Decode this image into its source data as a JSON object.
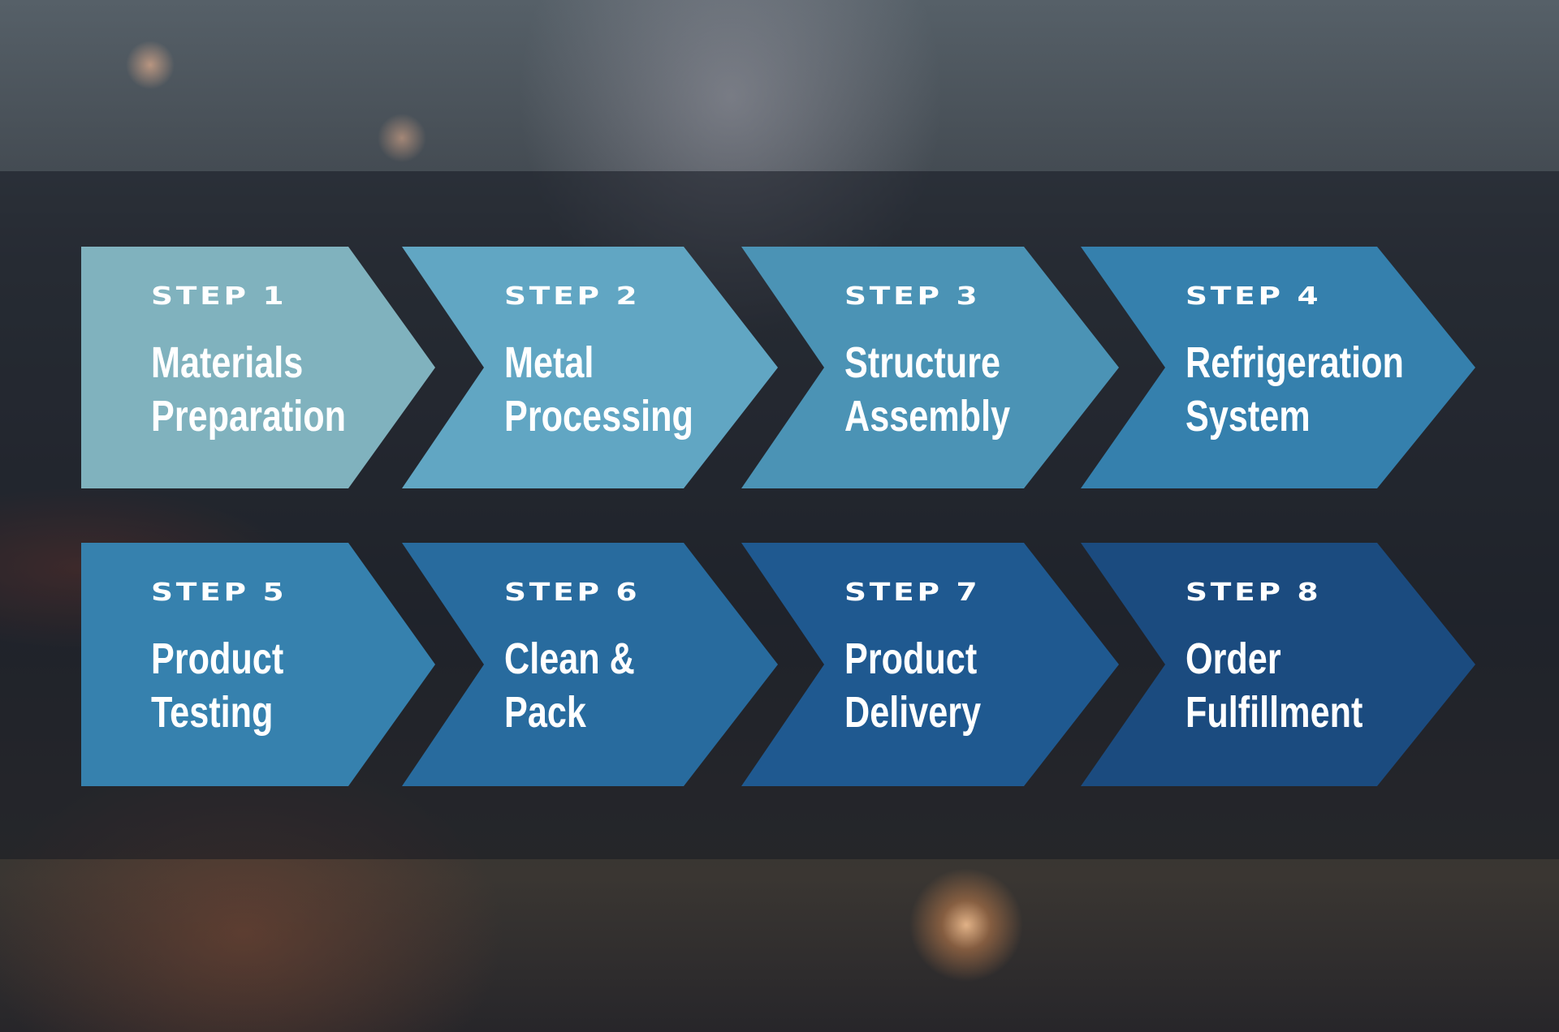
{
  "steps": [
    {
      "label": "STEP 1",
      "line1": "Materials",
      "line2": "Preparation",
      "color": "#80b2be"
    },
    {
      "label": "STEP 2",
      "line1": "Metal",
      "line2": "Processing",
      "color": "#61a6c3"
    },
    {
      "label": "STEP 3",
      "line1": "Structure",
      "line2": "Assembly",
      "color": "#4b93b5"
    },
    {
      "label": "STEP 4",
      "line1": "Refrigeration",
      "line2": "System",
      "color": "#3580ad"
    },
    {
      "label": "STEP 5",
      "line1": "Product",
      "line2": "Testing",
      "color": "#3681ae"
    },
    {
      "label": "STEP 6",
      "line1": "Clean &",
      "line2": "Pack",
      "color": "#286b9e"
    },
    {
      "label": "STEP 7",
      "line1": "Product",
      "line2": "Delivery",
      "color": "#1f5990"
    },
    {
      "label": "STEP 8",
      "line1": "Order",
      "line2": "Fulfillment",
      "color": "#1b4b7f"
    }
  ]
}
